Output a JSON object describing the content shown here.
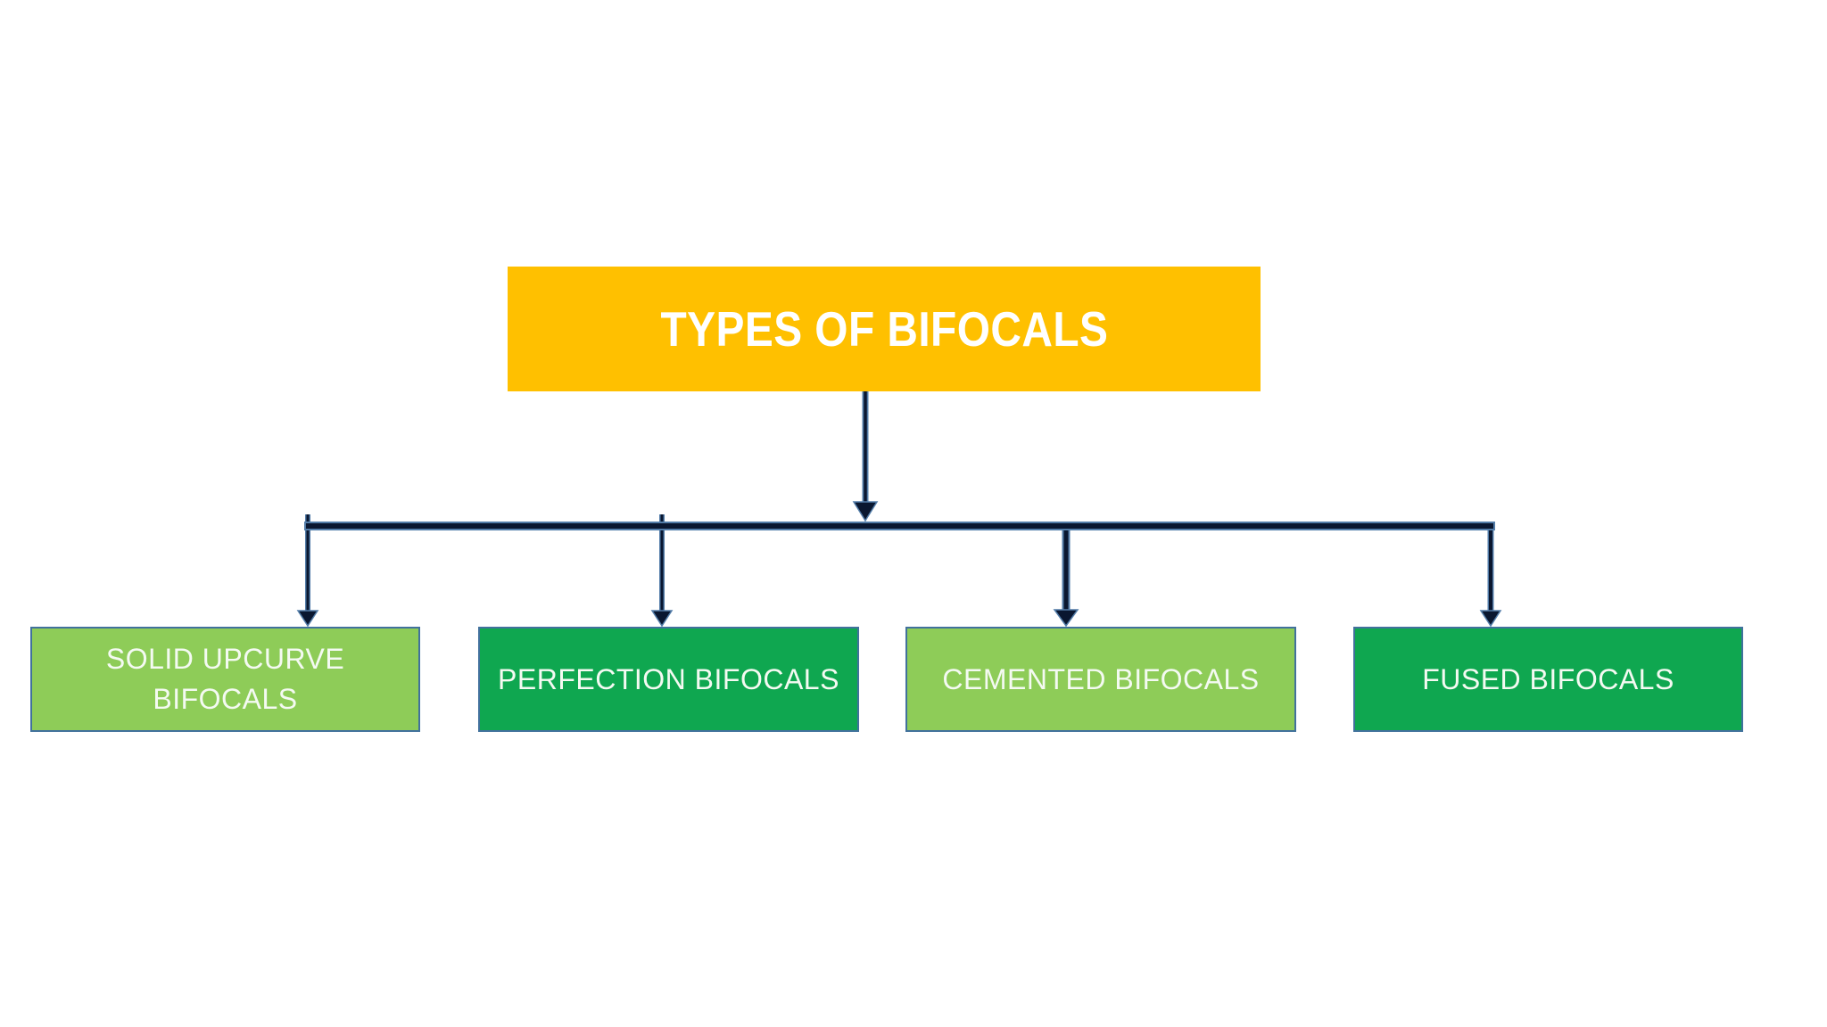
{
  "diagram": {
    "root": {
      "label": "TYPES OF BIFOCALS",
      "fill": "#FFC000",
      "text_color": "#FFFFFF"
    },
    "children": [
      {
        "label": "SOLID UPCURVE\nBIFOCALS",
        "fill": "#8ECC58"
      },
      {
        "label": "PERFECTION BIFOCALS",
        "fill": "#0FA750"
      },
      {
        "label": "CEMENTED BIFOCALS",
        "fill": "#8ECC58"
      },
      {
        "label": "FUSED BIFOCALS",
        "fill": "#0FA750"
      }
    ],
    "child_text_color": "#F4FAF2",
    "box_border_color": "#41719C",
    "connector": {
      "core": "#0A1730",
      "halo": "#527CA8"
    }
  }
}
